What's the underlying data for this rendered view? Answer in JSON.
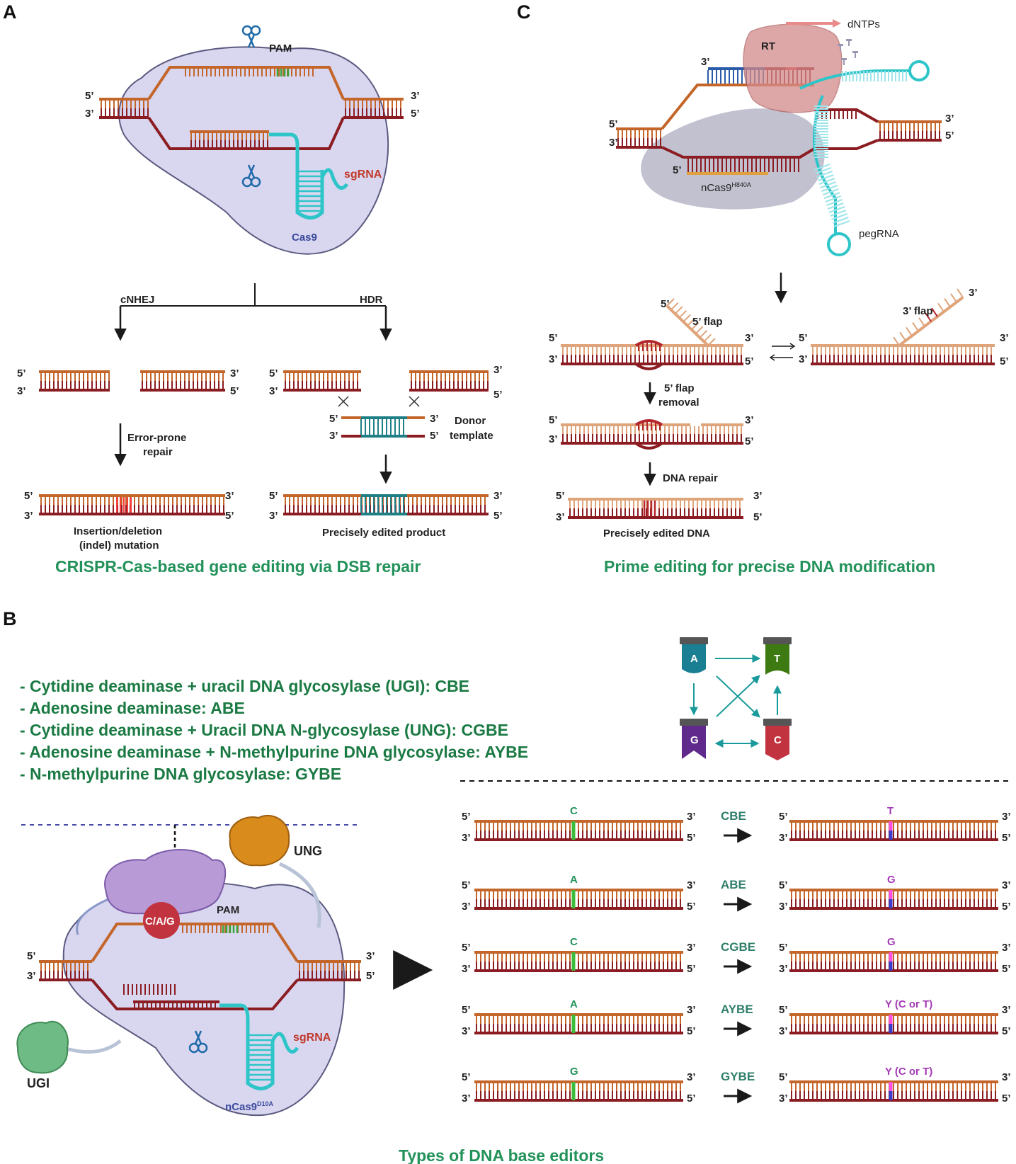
{
  "panels": {
    "a": "A",
    "b": "B",
    "c": "C"
  },
  "ends": {
    "five": "5’",
    "three": "3’"
  },
  "panel_a": {
    "pam": "PAM",
    "sgrna": "sgRNA",
    "cas9": "Cas9",
    "cnhej": "cNHEJ",
    "hdr": "HDR",
    "error_prone_1": "Error-prone",
    "error_prone_2": "repair",
    "donor_1": "Donor",
    "donor_2": "template",
    "indel_1": "Insertion/deletion",
    "indel_2": "(indel) mutation",
    "precise_product": "Precisely edited product",
    "caption": "CRISPR-Cas-based gene editing via DSB repair"
  },
  "panel_c": {
    "rt": "RT",
    "dntps": "dNTPs",
    "ncas9": "nCas9",
    "ncas9_sup": "H840A",
    "pegrna": "pegRNA",
    "flap5": "5’ flap",
    "flap3": "3’ flap",
    "flap_removal_1": "5’ flap",
    "flap_removal_2": "removal",
    "dna_repair": "DNA repair",
    "precise_dna": "Precisely edited DNA",
    "caption": "Prime editing for precise DNA modification"
  },
  "panel_b": {
    "bullets": [
      "-  Cytidine deaminase + uracil DNA glycosylase (UGI): CBE",
      "-  Adenosine deaminase: ABE",
      "-  Cytidine deaminase + Uracil DNA N-glycosylase (UNG): CGBE",
      "-  Adenosine deaminase + N-methylpurine DNA glycosylase: AYBE",
      "-  N-methylpurine DNA glycosylase: GYBE"
    ],
    "ung": "UNG",
    "ugi": "UGI",
    "pam": "PAM",
    "cag": "C/A/G",
    "sgrna": "sgRNA",
    "ncas9": "nCas9",
    "ncas9_sup": "D10A",
    "bases": {
      "a": "A",
      "t": "T",
      "g": "G",
      "c": "C"
    },
    "base_colors": {
      "a": "#1b7f94",
      "t": "#3e7a12",
      "g": "#5f2a8c",
      "c": "#c1333f"
    },
    "editors": [
      {
        "name": "CBE",
        "from": "C",
        "to": "T"
      },
      {
        "name": "ABE",
        "from": "A",
        "to": "G"
      },
      {
        "name": "CGBE",
        "from": "C",
        "to": "G"
      },
      {
        "name": "AYBE",
        "from": "A",
        "to": "Y (C or T)"
      },
      {
        "name": "GYBE",
        "from": "G",
        "to": "Y (C or T)"
      }
    ],
    "caption": "Types of DNA base editors"
  },
  "colors": {
    "strand_top": "#c4662a",
    "strand_bottom": "#8b1c22",
    "strand_light_top": "#dfa47a",
    "cas9_body": "#d9d6f0",
    "sgrna": "#2ec5c9",
    "pam": "#3ba33b",
    "caption": "#23925a"
  }
}
